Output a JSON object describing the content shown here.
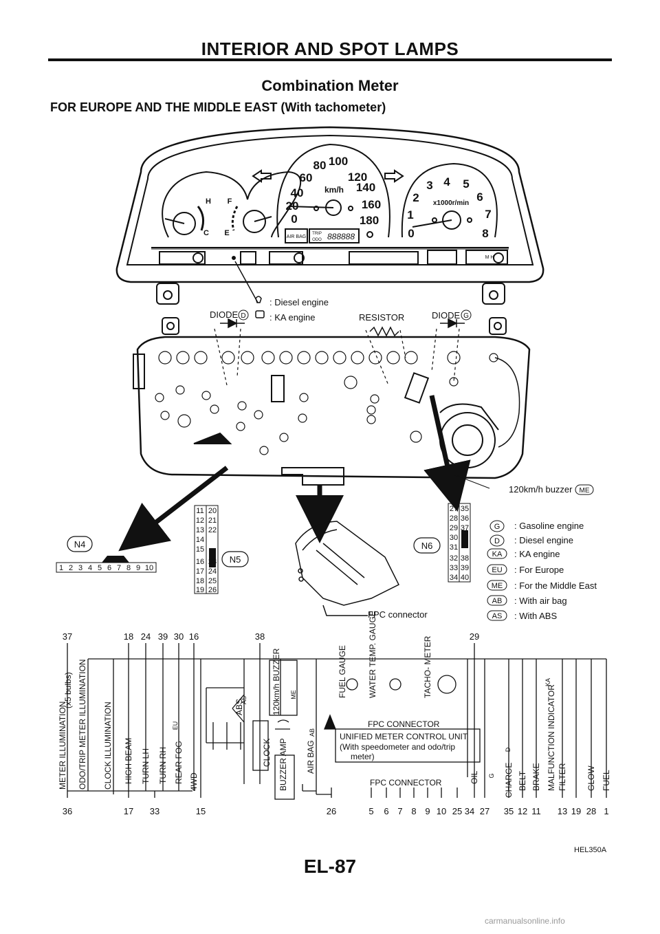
{
  "header": {
    "title": "INTERIOR AND SPOT LAMPS"
  },
  "section_title": "Combination Meter",
  "subtitle": "FOR EUROPE AND THE MIDDLE EAST (With tachometer)",
  "meter": {
    "speedo_ticks": [
      "0",
      "20",
      "40",
      "60",
      "80",
      "100",
      "120",
      "140",
      "160",
      "180"
    ],
    "speedo_unit": "km/h",
    "tacho_ticks": [
      "0",
      "1",
      "2",
      "3",
      "4",
      "5",
      "6",
      "7",
      "8"
    ],
    "tacho_unit": "x1000r/min",
    "temp_h": "H",
    "temp_c": "C",
    "fuel_f": "F",
    "fuel_e": "E",
    "airbag_label": "AIR BAG",
    "trip_label": "TRIP",
    "odo_label": "ODO",
    "odo_digits": "888888",
    "mh_label": "M H"
  },
  "callouts": {
    "diesel_engine": ": Diesel engine",
    "ka_engine": ": KA engine",
    "diode_d": "DIODE",
    "diode_g": "DIODE",
    "resistor": "RESISTOR",
    "buzzer": "120km/h buzzer",
    "fpc_connector": "FPC connector",
    "badge_d": "D",
    "badge_g": "G",
    "badge_me": "ME"
  },
  "connectors": {
    "n4": {
      "name": "N4",
      "pins": [
        "1",
        "2",
        "3",
        "4",
        "5",
        "6",
        "7",
        "8",
        "9",
        "10"
      ]
    },
    "n5": {
      "name": "N5",
      "left": [
        "11",
        "12",
        "13",
        "14",
        "15",
        "16",
        "17",
        "18",
        "19"
      ],
      "right": [
        "20",
        "21",
        "22",
        "",
        "",
        "23",
        "24",
        "25",
        "26"
      ]
    },
    "n6": {
      "name": "N6",
      "left": [
        "27",
        "28",
        "29",
        "30",
        "31",
        "32",
        "33",
        "34"
      ],
      "right": [
        "35",
        "36",
        "37",
        "",
        "",
        "38",
        "39",
        "40"
      ]
    }
  },
  "legend": [
    {
      "code": "G",
      "desc": ": Gasoline engine"
    },
    {
      "code": "D",
      "desc": ": Diesel engine"
    },
    {
      "code": "KA",
      "desc": ": KA engine"
    },
    {
      "code": "EU",
      "desc": ": For Europe"
    },
    {
      "code": "ME",
      "desc": ": For the Middle East"
    },
    {
      "code": "AB",
      "desc": ": With air bag"
    },
    {
      "code": "AS",
      "desc": ": With ABS"
    }
  ],
  "schematic": {
    "top_pins": [
      "37",
      "18",
      "24",
      "39",
      "30",
      "16",
      "38",
      "29"
    ],
    "bottom_pins": [
      "36",
      "17",
      "33",
      "15",
      "26",
      "5",
      "6",
      "7",
      "8",
      "9",
      "10",
      "25",
      "34",
      "27",
      "35",
      "12",
      "11",
      "13",
      "19",
      "28",
      "1"
    ],
    "left_labels": [
      "METER ILLUMINATION",
      "ODO/TRIP METER ILLUMINATION",
      "CLOCK ILLUMINATION",
      "HIGH BEAM",
      "TURN LH",
      "TURN RH",
      "REAR FOG",
      "4WD"
    ],
    "x5_bulbs": "(x5 bulbs)",
    "abs": "ABS",
    "clock": "CLOCK",
    "buzzer_120": "120km/h BUZZER",
    "buzzer_amp": "BUZZER AMP",
    "air_bag": "AIR BAG",
    "fuel_gauge": "FUEL GAUGE",
    "water_temp_gauge": "WATER TEMP. GAUGE",
    "tachometer": "TACHO- METER",
    "fpc_top": "FPC CONNECTOR",
    "unified_line1": "UNIFIED METER CONTROL UNIT",
    "unified_line2": "(With speedometer and odo/trip",
    "unified_line3": "meter)",
    "fpc_bottom": "FPC CONNECTOR",
    "right_labels": [
      "OIL",
      "CHARGE",
      "BELT",
      "BRAKE",
      "MALFUNCTION INDICATOR",
      "FILTER",
      "GLOW",
      "FUEL"
    ],
    "badges": {
      "eu": "EU",
      "as": "AS",
      "me": "ME",
      "ab": "AB",
      "ka": "KA",
      "d": "D",
      "g": "G"
    }
  },
  "figure_code": "HEL350A",
  "page_number": "EL-87",
  "watermark": "carmanualsonline.info"
}
